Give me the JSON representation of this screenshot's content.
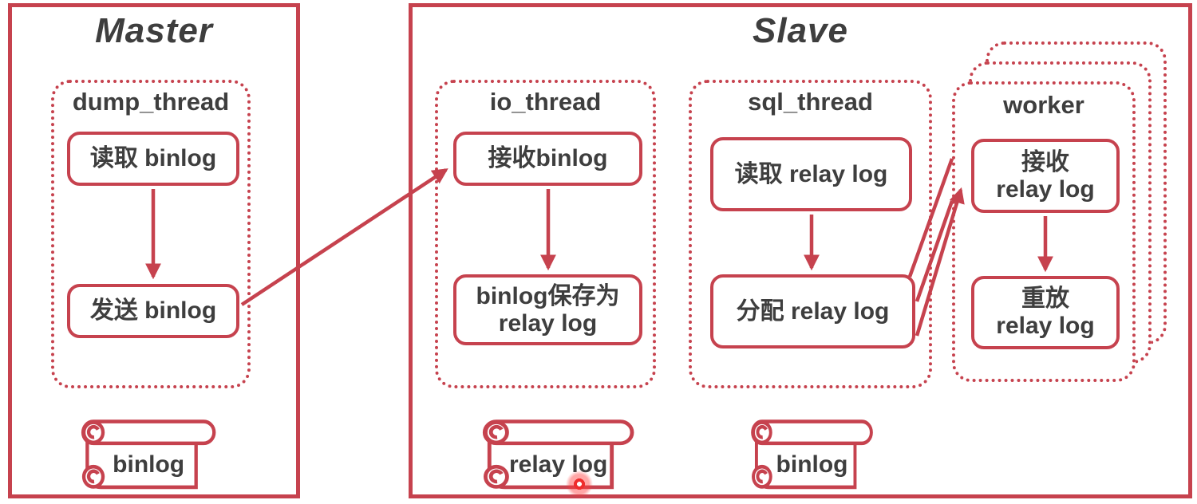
{
  "colors": {
    "red": "#c6424e",
    "text": "#3e3e3e",
    "background": "#ffffff"
  },
  "master": {
    "title": "Master",
    "dump_thread": {
      "label": "dump_thread",
      "step1": "读取 binlog",
      "step2": "发送 binlog"
    },
    "scroll_label": "binlog"
  },
  "slave": {
    "title": "Slave",
    "io_thread": {
      "label": "io_thread",
      "step1": "接收binlog",
      "step2_line1": "binlog保存为",
      "step2_line2": "relay log"
    },
    "sql_thread": {
      "label": "sql_thread",
      "step1": "读取 relay log",
      "step2": "分配 relay log"
    },
    "worker": {
      "label": "worker",
      "step1_line1": "接收",
      "step1_line2": "relay log",
      "step2_line1": "重放",
      "step2_line2": "relay log"
    },
    "scroll1_label": "relay log",
    "scroll2_label": "binlog"
  }
}
